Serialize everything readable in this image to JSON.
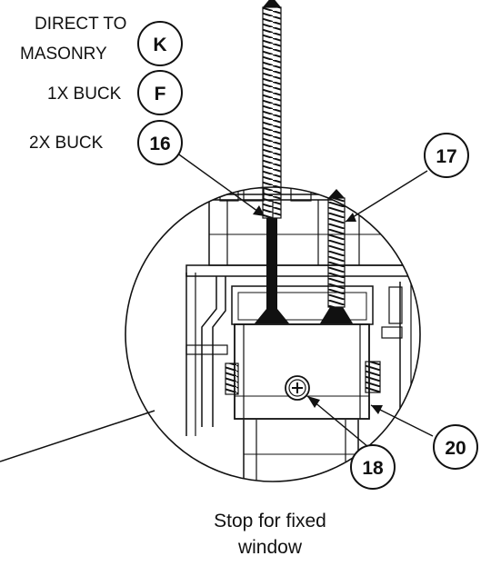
{
  "labels": {
    "direct_line1": "DIRECT TO",
    "direct_line2": "MASONRY",
    "one_x_buck": "1X BUCK",
    "two_x_buck": "2X BUCK"
  },
  "callouts": {
    "k": "K",
    "f": "F",
    "c16": "16",
    "c17": "17",
    "c18": "18",
    "c20": "20"
  },
  "caption": {
    "line1": "Stop for fixed",
    "line2": "window"
  }
}
